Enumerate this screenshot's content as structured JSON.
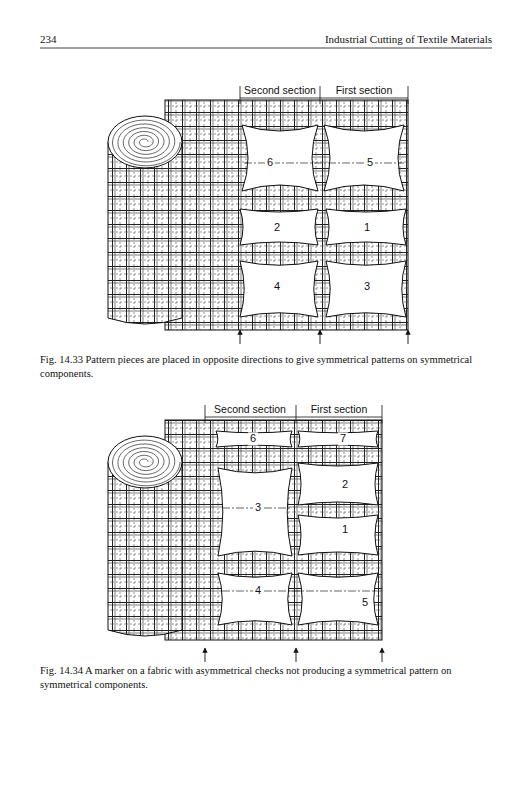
{
  "diagram": {
    "labels": [
      "234",
      "Industrial Cutting of Textile Materials",
      "Second section",
      "First section",
      "6",
      "5",
      "2",
      "1",
      "4",
      "3",
      "Fig. 14.33 Pattern pieces are placed in opposite directions to give symmetrical patterns on symmetrical components.",
      "Second section",
      "First section",
      "6",
      "7",
      "2",
      "3",
      "1",
      "4",
      "5",
      "Fig. 14.34 A marker on a fabric with asymmetrical checks not producing a symmetrical pattern on symmetrical components."
    ]
  }
}
